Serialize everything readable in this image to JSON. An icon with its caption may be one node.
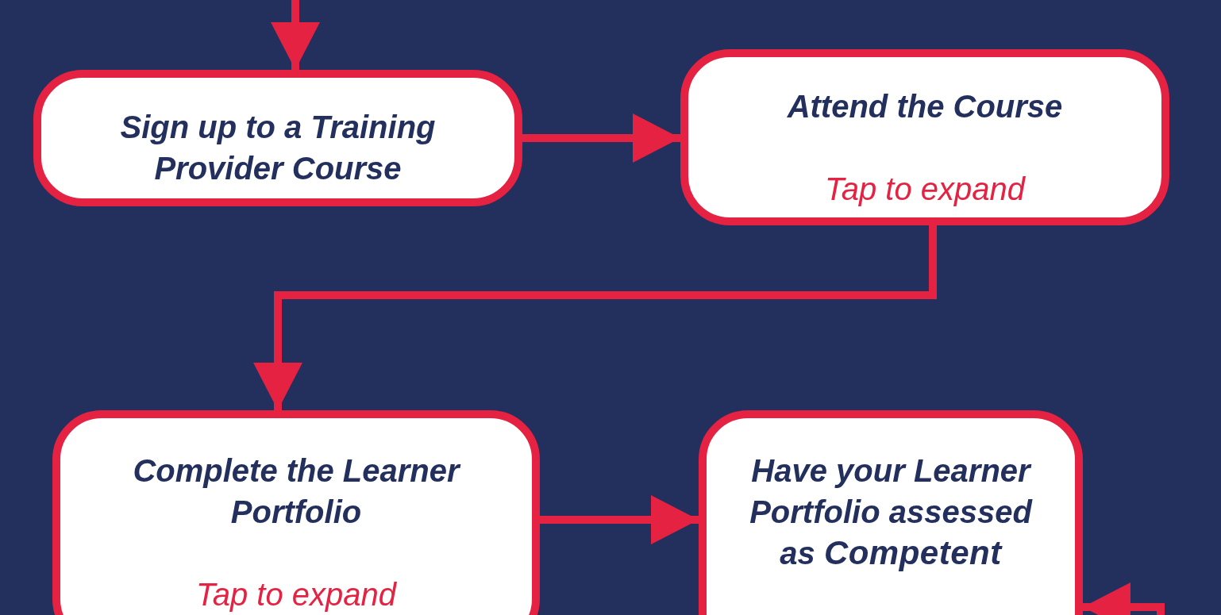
{
  "diagram": {
    "nodes": [
      {
        "text": [
          "Sign up to a Training Provider Course"
        ]
      },
      {
        "text": [
          "Attend the Course",
          "Tap to expand"
        ]
      },
      {
        "text": [
          "Complete the Learner Portfolio",
          "Tap to expand"
        ]
      },
      {
        "text": [
          "Have your Learner Portfolio assessed as **Competent**"
        ]
      }
    ],
    "edges": [
      {
        "from": null,
        "to": 0,
        "arrow": "to"
      },
      {
        "from": 0,
        "to": 1,
        "arrow": "to"
      },
      {
        "from": 1,
        "to": 2,
        "arrow": "to"
      },
      {
        "from": 2,
        "to": 3,
        "arrow": "to"
      },
      {
        "from": null,
        "to": 3,
        "arrow": "to"
      }
    ]
  }
}
